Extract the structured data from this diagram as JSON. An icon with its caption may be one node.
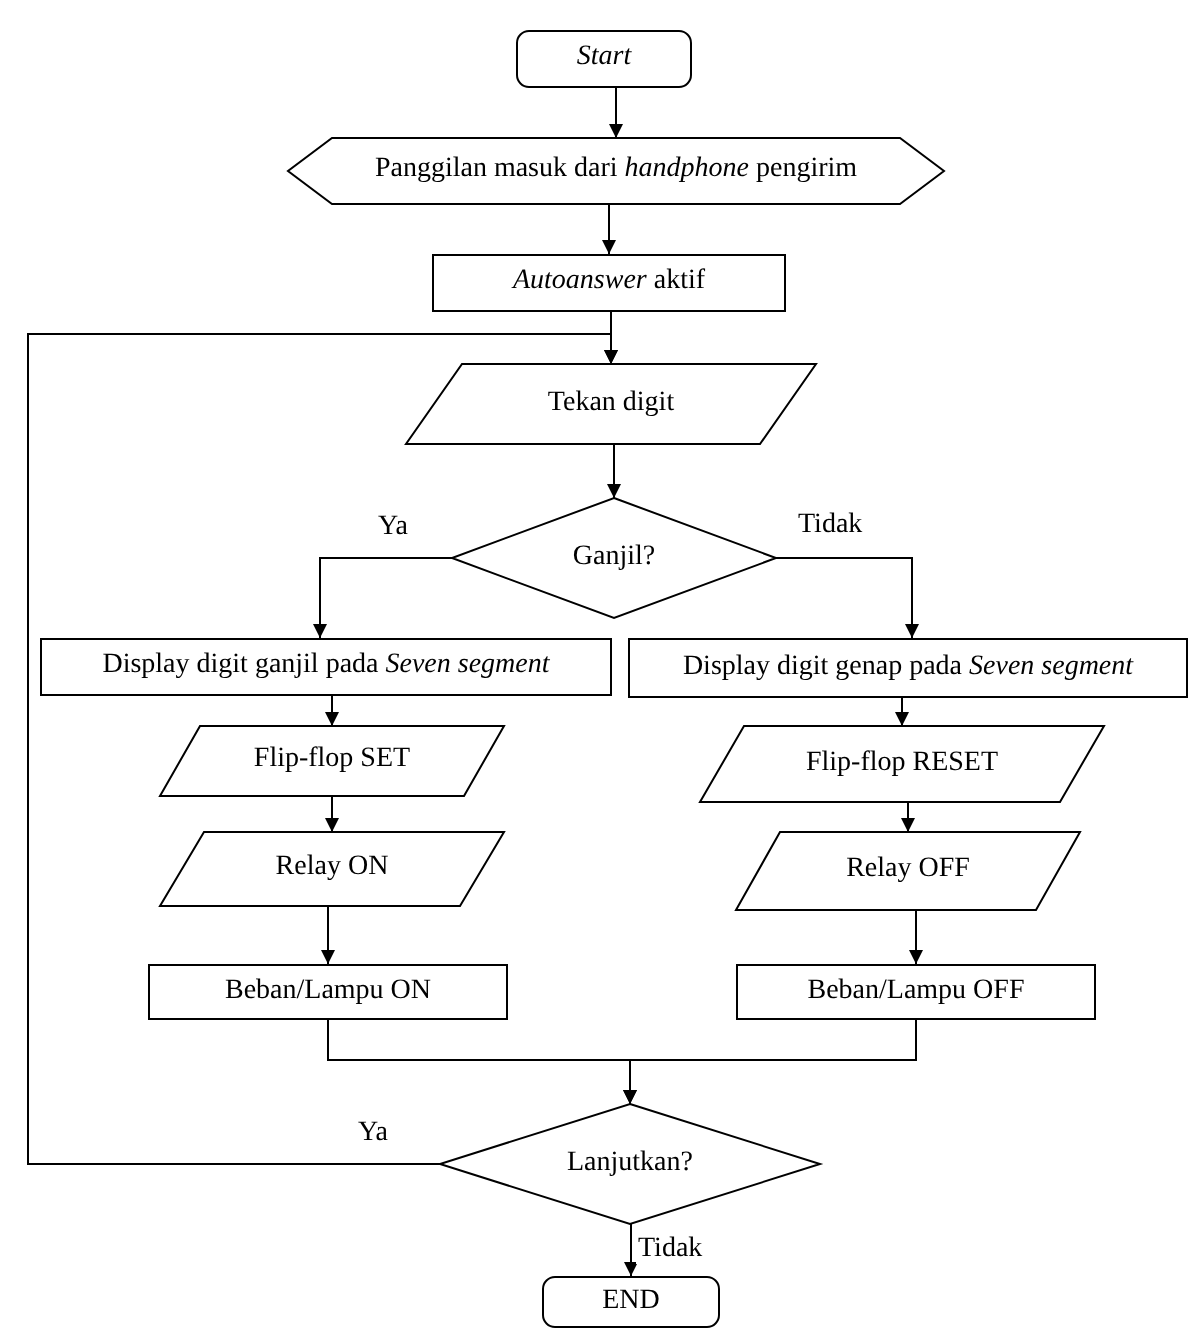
{
  "diagram": {
    "nodes": [
      {
        "text": [
          "Start"
        ]
      },
      {
        "text": [
          "Panggilan masuk dari *handphone* pengirim"
        ]
      },
      {
        "text": [
          "*Autoanswer* aktif"
        ]
      },
      {
        "text": [
          "Tekan digit"
        ]
      },
      {
        "text": [
          "Ganjil?"
        ]
      },
      {
        "text": [
          "Display digit ganjil pada *Seven segment*"
        ]
      },
      {
        "text": [
          "Display digit genap pada *Seven segment*"
        ]
      },
      {
        "text": [
          "Flip-flop SET"
        ]
      },
      {
        "text": [
          "Flip-flop RESET"
        ]
      },
      {
        "text": [
          "Relay ON"
        ]
      },
      {
        "text": [
          "Relay OFF"
        ]
      },
      {
        "text": [
          "Beban/Lampu ON"
        ]
      },
      {
        "text": [
          "Beban/Lampu OFF"
        ]
      },
      {
        "text": [
          "Lanjutkan?"
        ]
      },
      {
        "text": [
          "END"
        ]
      }
    ],
    "edges": [
      {
        "from": 0,
        "to": 1,
        "arrow": "to"
      },
      {
        "from": 1,
        "to": 2,
        "arrow": "to"
      },
      {
        "from": 2,
        "to": 3,
        "arrow": "to"
      },
      {
        "from": 3,
        "to": 4,
        "arrow": "to"
      },
      {
        "from": 4,
        "to": 5,
        "arrow": "to",
        "label": "Ya"
      },
      {
        "from": 4,
        "to": 6,
        "arrow": "to",
        "label": "Tidak"
      },
      {
        "from": 5,
        "to": 7,
        "arrow": "to"
      },
      {
        "from": 7,
        "to": 9,
        "arrow": "to"
      },
      {
        "from": 9,
        "to": 11,
        "arrow": "to"
      },
      {
        "from": 6,
        "to": 8,
        "arrow": "to"
      },
      {
        "from": 8,
        "to": 10,
        "arrow": "to"
      },
      {
        "from": 10,
        "to": 12,
        "arrow": "to"
      },
      {
        "from": 11,
        "to": 13,
        "arrow": "to"
      },
      {
        "from": 12,
        "to": 13,
        "arrow": "to"
      },
      {
        "from": 13,
        "to": 3,
        "arrow": "to",
        "label": "Ya"
      },
      {
        "from": 13,
        "to": 14,
        "arrow": "to",
        "label": "Tidak"
      }
    ]
  }
}
